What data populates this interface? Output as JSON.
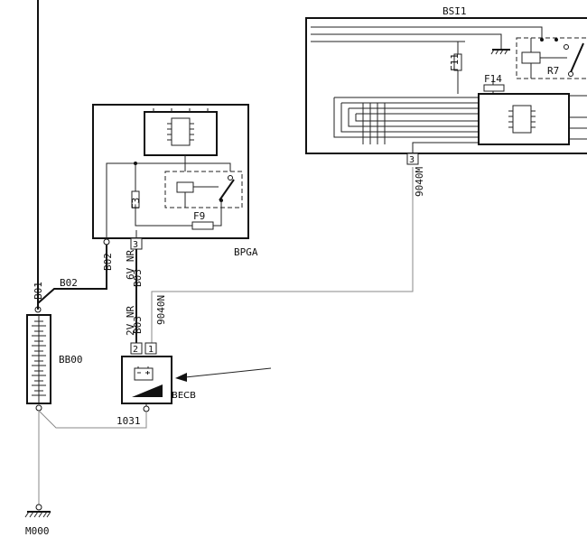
{
  "components": {
    "bsi": {
      "name": "BSI1",
      "fuse_a": "F11",
      "fuse_b": "F14",
      "relay": "R7",
      "connector": "3",
      "wire": "9040M"
    },
    "bpga": {
      "name": "BPGA",
      "fuse_a": "F3",
      "fuse_b": "F9",
      "connector": "3"
    },
    "battery": {
      "name": "BB00"
    },
    "becb": {
      "name": "BECB",
      "pin_2": "2",
      "pin_1": "1"
    },
    "ground": {
      "name": "M000"
    }
  },
  "wires": {
    "b01": "B01",
    "b02_vertical": "B02",
    "b02_horizontal": "B02",
    "cable_6v": "6V NR",
    "b03_upper": "B03",
    "cable_2v": "2V NR",
    "b03_lower": "B03",
    "w9040n": "9040N",
    "w1031": "1031"
  }
}
